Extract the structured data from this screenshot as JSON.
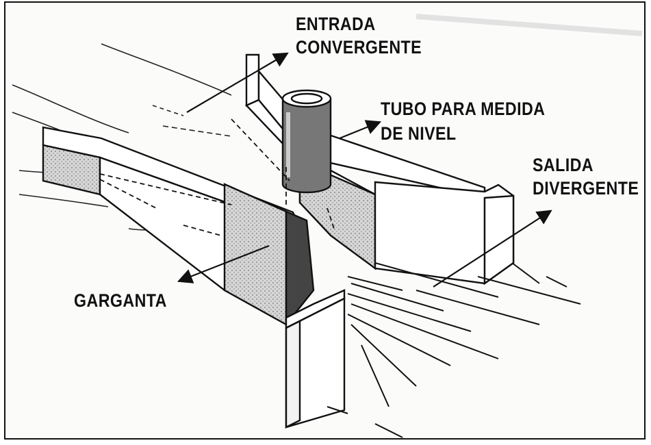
{
  "labels": {
    "entrada_line1": "ENTRADA",
    "entrada_line2": "CONVERGENTE",
    "tubo_line1": "TUBO PARA MEDIDA",
    "tubo_line2": "DE NIVEL",
    "salida_line1": "SALIDA",
    "salida_line2": "DIVERGENTE",
    "garganta": "GARGANTA"
  },
  "colors": {
    "ink": "#111111",
    "shade": "#b9b9b9",
    "paper": "#fbfbfa"
  }
}
